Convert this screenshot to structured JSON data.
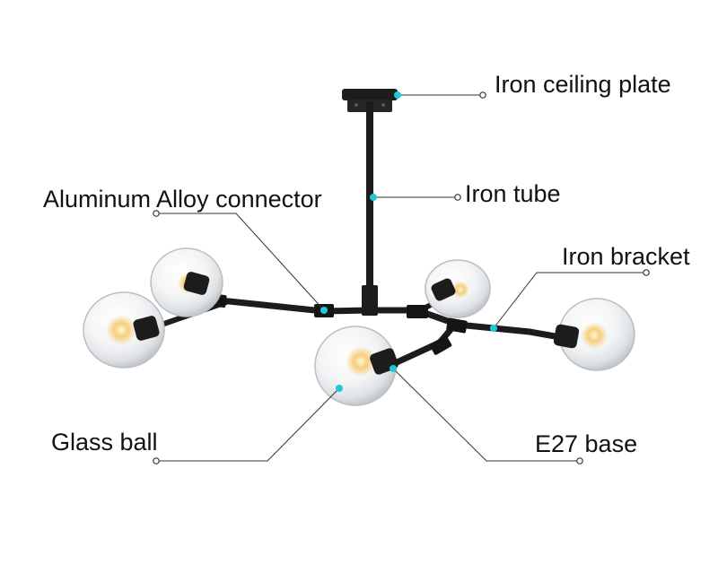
{
  "labels": {
    "ceiling_plate": "Iron ceiling plate",
    "tube": "Iron tube",
    "connector": "Aluminum Alloy connector",
    "bracket": "Iron bracket",
    "glass_ball": "Glass ball",
    "base": "E27 base"
  },
  "colors": {
    "marker": "#1ec9d9",
    "metal": "#1c1c1c",
    "leader": "#333333",
    "glass_edge": "#b9bec4",
    "bulb_glow": "#f4c56a"
  }
}
